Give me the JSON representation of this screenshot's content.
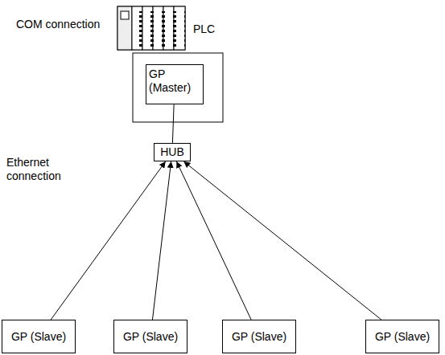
{
  "diagram": {
    "nodes": [
      {
        "text": [
          "GP (Master)"
        ]
      },
      {
        "text": [
          "HUB"
        ]
      },
      {
        "text": [
          "GP (Slave)"
        ]
      },
      {
        "text": [
          "GP (Slave)"
        ]
      },
      {
        "text": [
          "GP (Slave)"
        ]
      },
      {
        "text": [
          "GP (Slave)"
        ]
      }
    ],
    "edges": [
      {
        "from": 0,
        "to": 1,
        "arrow": "none"
      },
      {
        "from": 2,
        "to": 1,
        "arrow": "to"
      },
      {
        "from": 3,
        "to": 1,
        "arrow": "to"
      },
      {
        "from": 4,
        "to": 1,
        "arrow": "to"
      },
      {
        "from": 5,
        "to": 1,
        "arrow": "to"
      }
    ],
    "labels": [
      "COM connection",
      "PLC",
      "Ethernet connection"
    ]
  }
}
